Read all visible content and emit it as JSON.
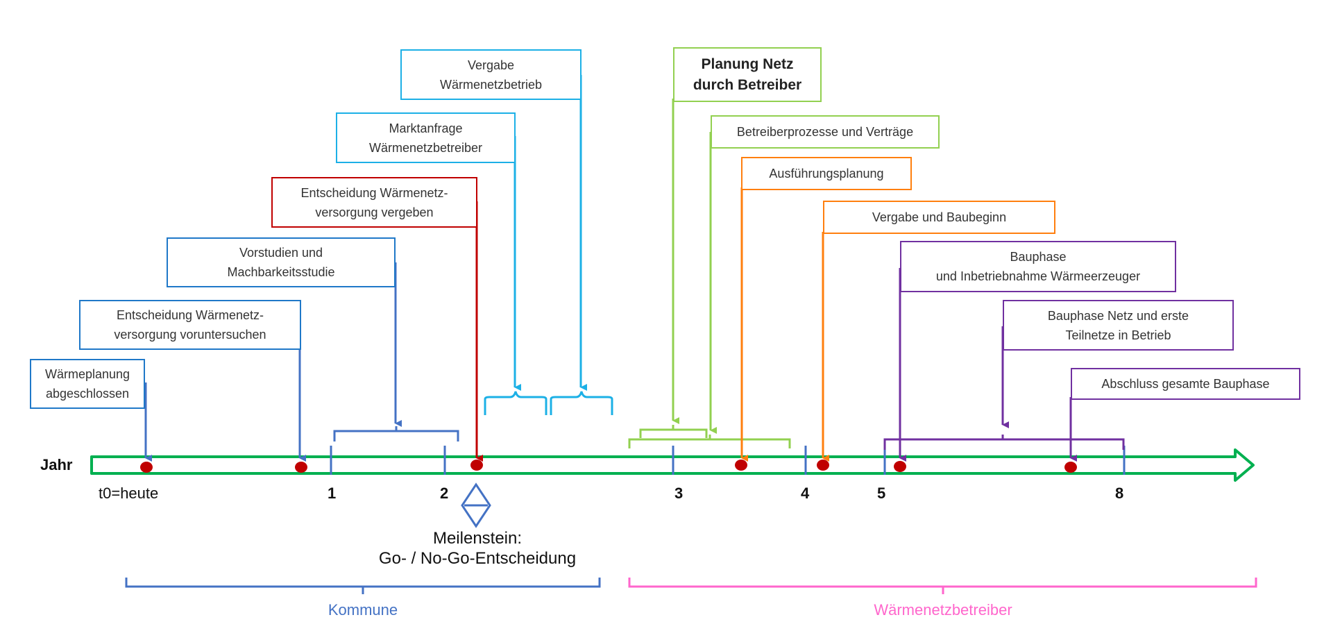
{
  "axis": {
    "label": "Jahr",
    "start_label": "t0=heute",
    "ticks": [
      "1",
      "2",
      "3",
      "4",
      "5",
      "8"
    ]
  },
  "milestone": {
    "line1": "Meilenstein:",
    "line2": "Go- / No-Go-Entscheidung"
  },
  "phases": [
    {
      "label": "Kommune",
      "color": "#4472c4"
    },
    {
      "label": "Wärmenetzbetreiber",
      "color": "#ff66cc"
    }
  ],
  "colors": {
    "axis": "#00b050",
    "kommune": "#4472c4",
    "decision": "#c00000",
    "vergabe": "#1cb0e6",
    "planung": "#92d050",
    "ausfuehrung": "#ff7f0e",
    "bau": "#7030a0",
    "event_dot": "#c00000"
  },
  "steps": [
    {
      "id": "waermeplanung",
      "text": "Wärmeplanung\nabgeschlossen",
      "color": "#1f78c8"
    },
    {
      "id": "entscheidung-voruntersuchen",
      "text": "Entscheidung Wärmenetz-\nversorgung voruntersuchen",
      "color": "#1f78c8"
    },
    {
      "id": "vorstudien",
      "text": "Vorstudien und\nMachbarkeitsstudie",
      "color": "#1f78c8"
    },
    {
      "id": "entscheidung-vergeben",
      "text": "Entscheidung Wärmenetz-\nversorgung vergeben",
      "color": "#c00000"
    },
    {
      "id": "marktanfrage",
      "text": "Marktanfrage\nWärmenetzbetreiber",
      "color": "#1cb0e6"
    },
    {
      "id": "vergabe-betrieb",
      "text": "Vergabe\nWärmenetzbetrieb",
      "color": "#1cb0e6"
    },
    {
      "id": "planung-netz",
      "text": "Planung Netz\ndurch Betreiber",
      "color": "#92d050"
    },
    {
      "id": "betreiberprozesse",
      "text": "Betreiberprozesse und Verträge",
      "color": "#92d050"
    },
    {
      "id": "ausfuehrungsplanung",
      "text": "Ausführungsplanung",
      "color": "#ff7f0e"
    },
    {
      "id": "vergabe-baubeginn",
      "text": "Vergabe und Baubeginn",
      "color": "#ff7f0e"
    },
    {
      "id": "bauphase-waermeerzeuger",
      "text": "Bauphase\nund Inbetriebnahme Wärmeerzeuger",
      "color": "#7030a0"
    },
    {
      "id": "bauphase-netz",
      "text": "Bauphase Netz und erste\nTeilnetze in Betrieb",
      "color": "#7030a0"
    },
    {
      "id": "abschluss",
      "text": "Abschluss gesamte Bauphase",
      "color": "#7030a0"
    }
  ]
}
